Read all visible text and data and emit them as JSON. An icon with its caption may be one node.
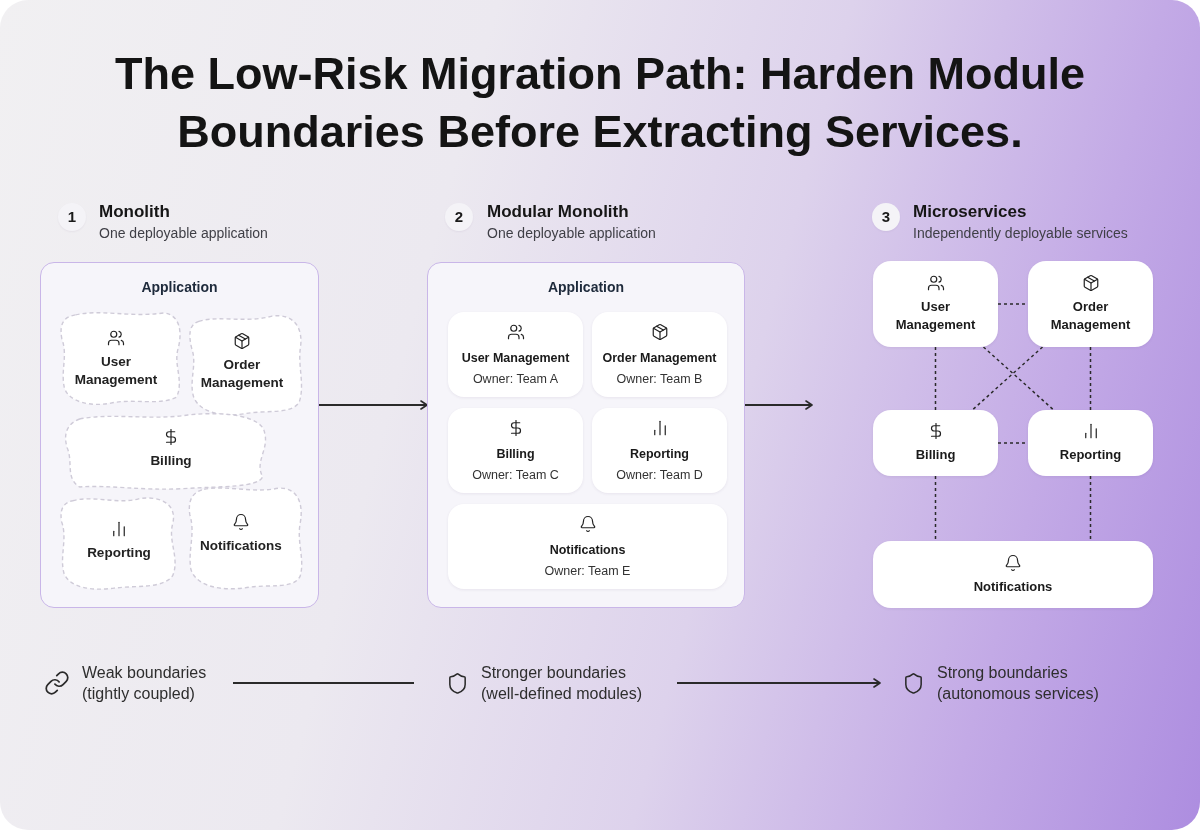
{
  "diagram": {
    "title": "The Low-Risk Migration Path: Harden Module Boundaries Before Extracting Services.",
    "nodes": [
      {
        "text": [
          "1"
        ],
        "beside": [
          "Monolith",
          "One deployable application"
        ]
      },
      {
        "text": [
          "Application"
        ]
      },
      {
        "text": [
          "User Management"
        ],
        "in": 1
      },
      {
        "text": [
          "Order Management"
        ],
        "in": 1
      },
      {
        "text": [
          "Billing"
        ],
        "in": 1
      },
      {
        "text": [
          "Reporting"
        ],
        "in": 1
      },
      {
        "text": [
          "Notifications"
        ],
        "in": 1
      },
      {
        "text": [
          "2"
        ],
        "beside": [
          "Modular Monolith",
          "One deployable application"
        ]
      },
      {
        "text": [
          "Application"
        ]
      },
      {
        "text": [
          "User Management",
          "Owner: Team A"
        ],
        "in": 8
      },
      {
        "text": [
          "Order Management",
          "Owner: Team B"
        ],
        "in": 8
      },
      {
        "text": [
          "Billing",
          "Owner: Team C"
        ],
        "in": 8
      },
      {
        "text": [
          "Reporting",
          "Owner: Team D"
        ],
        "in": 8
      },
      {
        "text": [
          "Notifications",
          "Owner: Team E"
        ],
        "in": 8
      },
      {
        "text": [
          "3"
        ],
        "beside": [
          "Microservices",
          "Independently deployable services"
        ]
      },
      {
        "text": [
          "User Management"
        ]
      },
      {
        "text": [
          "Order Management"
        ]
      },
      {
        "text": [
          "Billing"
        ]
      },
      {
        "text": [
          "Reporting"
        ]
      },
      {
        "text": [
          "Notifications"
        ]
      },
      {
        "text": [
          "Weak boundaries (tightly coupled)"
        ]
      },
      {
        "text": [
          "Stronger boundaries (well-defined modules)"
        ]
      },
      {
        "text": [
          "Strong boundaries (autonomous services)"
        ]
      }
    ],
    "edges": [
      {
        "from": 1,
        "to": 8,
        "arrow": "to"
      },
      {
        "from": 8,
        "to": null,
        "arrow": "to"
      },
      {
        "from": 15,
        "to": 16,
        "arrow": "none",
        "style": "dashed"
      },
      {
        "from": 15,
        "to": 17,
        "arrow": "none",
        "style": "dashed"
      },
      {
        "from": 16,
        "to": 18,
        "arrow": "none",
        "style": "dashed"
      },
      {
        "from": 15,
        "to": 18,
        "arrow": "none",
        "style": "dashed"
      },
      {
        "from": 16,
        "to": 17,
        "arrow": "none",
        "style": "dashed"
      },
      {
        "from": 17,
        "to": 18,
        "arrow": "none",
        "style": "dashed"
      },
      {
        "from": 17,
        "to": 19,
        "arrow": "none",
        "style": "dashed"
      },
      {
        "from": 18,
        "to": 19,
        "arrow": "none",
        "style": "dashed"
      },
      {
        "from": 20,
        "to": 21,
        "arrow": "none"
      },
      {
        "from": 21,
        "to": 22,
        "arrow": "to"
      }
    ]
  }
}
